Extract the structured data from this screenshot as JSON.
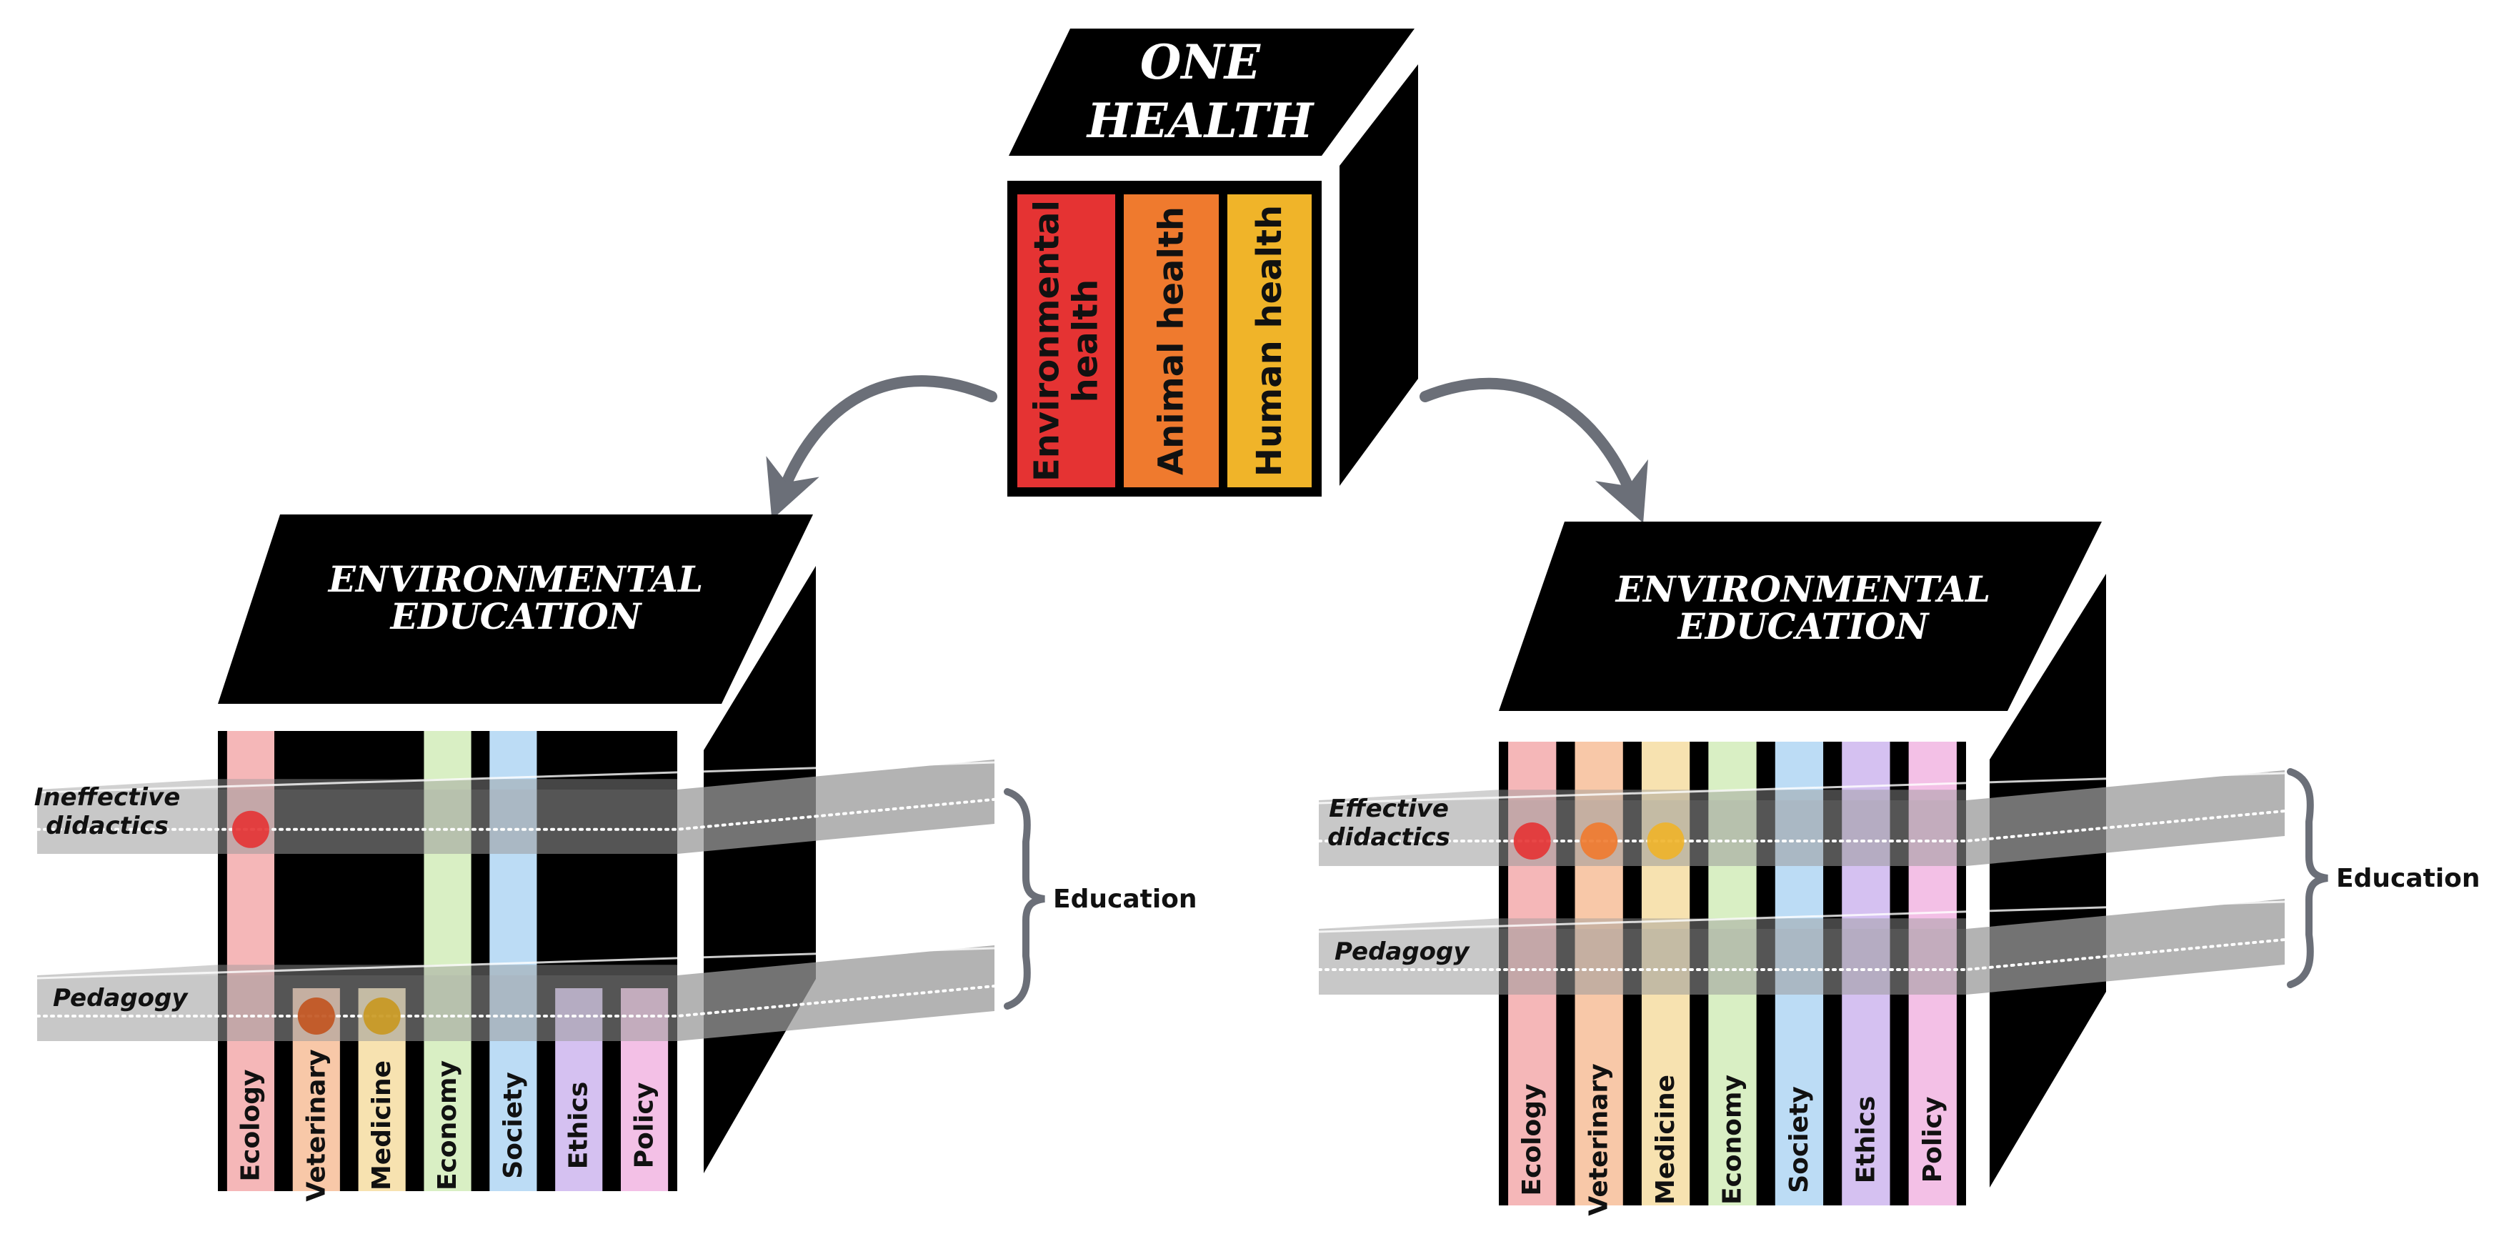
{
  "one_health": {
    "title_lines": [
      "ONE",
      "HEALTH"
    ],
    "columns": [
      {
        "lines": [
          "Environmental",
          "health"
        ],
        "color": "#e53333"
      },
      {
        "lines": [
          "Animal health"
        ],
        "color": "#ef7a2e"
      },
      {
        "lines": [
          "Human health"
        ],
        "color": "#f0b429"
      }
    ]
  },
  "left_cube": {
    "title_lines": [
      "ENVIRONMENTAL",
      "EDUCATION"
    ],
    "bands": [
      {
        "lines": [
          "Ineffective",
          "didactics"
        ]
      },
      {
        "lines": [
          "Pedagogy"
        ]
      }
    ],
    "brace_label": "Education",
    "columns": [
      {
        "label": "Ecology",
        "color": "#f5b7b8",
        "length": "full",
        "marker": "#e53333",
        "marker_band": 0
      },
      {
        "label": "Veterinary",
        "color": "#f8c8a8",
        "length": "short",
        "marker": "#c1531e",
        "marker_band": 1
      },
      {
        "label": "Medicine",
        "color": "#f7e2b0",
        "length": "short",
        "marker": "#c9981f",
        "marker_band": 1
      },
      {
        "label": "Economy",
        "color": "#d9efc4",
        "length": "full",
        "marker": null
      },
      {
        "label": "Society",
        "color": "#bcdcf5",
        "length": "full",
        "marker": null
      },
      {
        "label": "Ethics",
        "color": "#d5c1f1",
        "length": "short",
        "marker": null
      },
      {
        "label": "Policy",
        "color": "#f3c0e6",
        "length": "short",
        "marker": null
      }
    ]
  },
  "right_cube": {
    "title_lines": [
      "ENVIRONMENTAL",
      "EDUCATION"
    ],
    "bands": [
      {
        "lines": [
          "Effective",
          "didactics"
        ]
      },
      {
        "lines": [
          "Pedagogy"
        ]
      }
    ],
    "brace_label": "Education",
    "columns": [
      {
        "label": "Ecology",
        "color": "#f5b7b8",
        "length": "full",
        "marker": "#e53333",
        "marker_band": 0
      },
      {
        "label": "Veterinary",
        "color": "#f8c8a8",
        "length": "full",
        "marker": "#ef7a2e",
        "marker_band": 0
      },
      {
        "label": "Medicine",
        "color": "#f7e2b0",
        "length": "full",
        "marker": "#f0b429",
        "marker_band": 0
      },
      {
        "label": "Economy",
        "color": "#d9efc4",
        "length": "full",
        "marker": null
      },
      {
        "label": "Society",
        "color": "#bcdcf5",
        "length": "full",
        "marker": null
      },
      {
        "label": "Ethics",
        "color": "#d5c1f1",
        "length": "full",
        "marker": null
      },
      {
        "label": "Policy",
        "color": "#f3c0e6",
        "length": "full",
        "marker": null
      }
    ]
  },
  "colors": {
    "cube": "#000000",
    "band": "#9a9a9a",
    "arrow": "#6b6f78"
  }
}
